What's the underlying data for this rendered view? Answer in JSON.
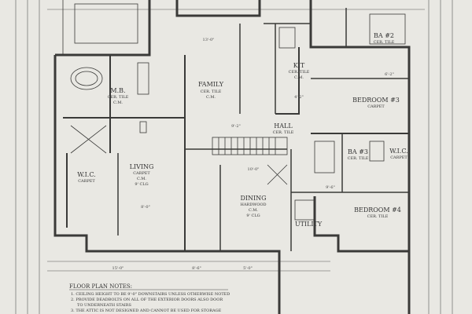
{
  "rooms": {
    "family": {
      "name": "FAMILY",
      "floor": "CER. TILE",
      "extra": "C.M."
    },
    "kit": {
      "name": "KIT",
      "floor": "CER. TILE",
      "extra": "C.M."
    },
    "hall": {
      "name": "HALL",
      "floor": "CER. TILE"
    },
    "mb": {
      "name": "M.B.",
      "floor": "CER. TILE",
      "extra": "C.M."
    },
    "ba2": {
      "name": "BA #2",
      "floor": "CER. TILE"
    },
    "bedroom3": {
      "name": "BEDROOM #3",
      "floor": "CARPET"
    },
    "ba3": {
      "name": "BA #3",
      "floor": "CER. TILE"
    },
    "wic_right": {
      "name": "W.I.C.",
      "floor": "CARPET"
    },
    "wic_left": {
      "name": "W.I.C.",
      "floor": "CARPET"
    },
    "living": {
      "name": "LIVING",
      "floor": "CARPET",
      "extra": "C.M.",
      "ceiling": "9' CLG"
    },
    "dining": {
      "name": "DINING",
      "floor": "HARDWOOD",
      "extra": "C.M.",
      "ceiling": "9' CLG"
    },
    "utility": {
      "name": "UTILITY"
    },
    "bedroom4": {
      "name": "BEDROOM #4",
      "floor": "CER. TILE"
    }
  },
  "dimensions": [
    "15'-0\"",
    "8'-6\"",
    "5'-0\"",
    "9'-2\"",
    "4'-2\"",
    "13'-0\"",
    "8'-0\"",
    "9'-6\"",
    "10'-0\"",
    "6'-2\""
  ],
  "notes": {
    "title": "FLOOR PLAN NOTES:",
    "items": [
      "1. CEILING HEIGHT TO BE 9'-0\" DOWNSTAIRS UNLESS OTHERWISE NOTED",
      "2. PROVIDE DEADBOLTS ON ALL OF THE EXTERIOR DOORS ALSO DOOR",
      "TO UNDERNEATH STAIRS",
      "3. THE ATTIC IS NOT DESIGNED AND CANNOT BE USED FOR STORAGE"
    ]
  }
}
